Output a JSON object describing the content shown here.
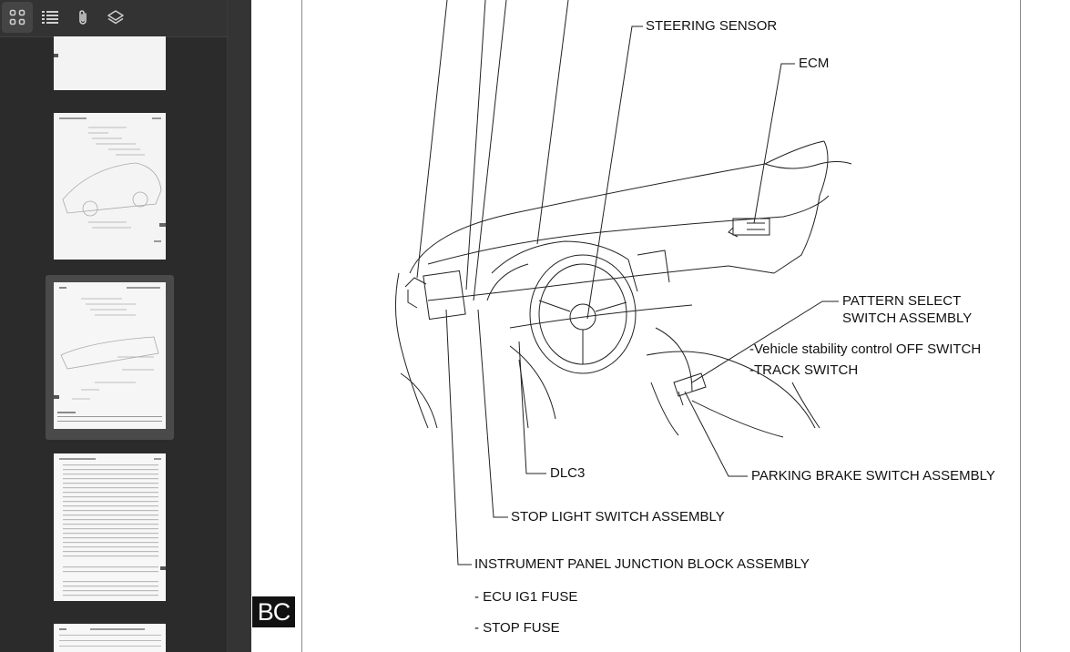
{
  "toolbar": {
    "buttons": [
      {
        "name": "thumbnails",
        "icon": "grid-icon"
      },
      {
        "name": "outline",
        "icon": "list-icon"
      },
      {
        "name": "attachments",
        "icon": "paperclip-icon"
      },
      {
        "name": "layers",
        "icon": "layers-icon"
      }
    ]
  },
  "thumbnails": {
    "selected_index": 2
  },
  "diagram": {
    "labels": {
      "steering_sensor": "STEERING SENSOR",
      "ecm": "ECM",
      "pattern_select_1": "PATTERN SELECT",
      "pattern_select_2": "SWITCH ASSEMBLY",
      "vsc_off": "-Vehicle stability control OFF SWITCH",
      "track_switch": "-TRACK SWITCH",
      "dlc3": "DLC3",
      "parking_brake": "PARKING BRAKE SWITCH ASSEMBLY",
      "stop_light": "STOP LIGHT SWITCH ASSEMBLY",
      "instrument_panel": "INSTRUMENT PANEL JUNCTION BLOCK ASSEMBLY",
      "ecu_ig1": "- ECU IG1 FUSE",
      "stop_fuse": "- STOP FUSE"
    }
  },
  "badge": {
    "text": "BC"
  },
  "colors": {
    "sidebar_bg": "#2b2b2b",
    "toolbar_bg": "#333333",
    "selection_bg": "#4a4a4a",
    "icon_color": "#d0d0d0",
    "page_bg": "#ffffff",
    "ink": "#111111"
  }
}
